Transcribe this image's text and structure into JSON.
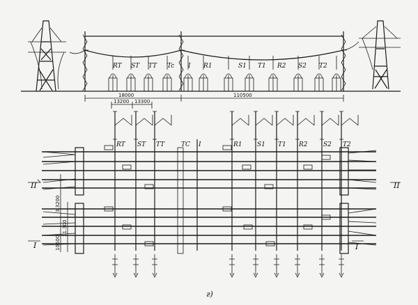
{
  "elevation": {
    "bay_labels": [
      "RT",
      "ST",
      "TT",
      "Tc",
      "I",
      "R1",
      "S1",
      "T1",
      "R2",
      "S2",
      "T2"
    ],
    "dimensions": {
      "left_span": "18000",
      "right_span": "110500"
    }
  },
  "plan": {
    "top_dims": [
      "13200",
      "13300"
    ],
    "bay_labels": [
      "RT",
      "ST",
      "TT",
      "TC",
      "I",
      "R1",
      "S1",
      "T1",
      "R2",
      "S2",
      "T2"
    ],
    "side_dims": [
      "3.3200",
      "11.300",
      "10600"
    ],
    "bus_labels": {
      "upper_left": "II",
      "upper_right": "II",
      "lower_left": "I",
      "lower_right": "I"
    }
  },
  "caption": "г)"
}
